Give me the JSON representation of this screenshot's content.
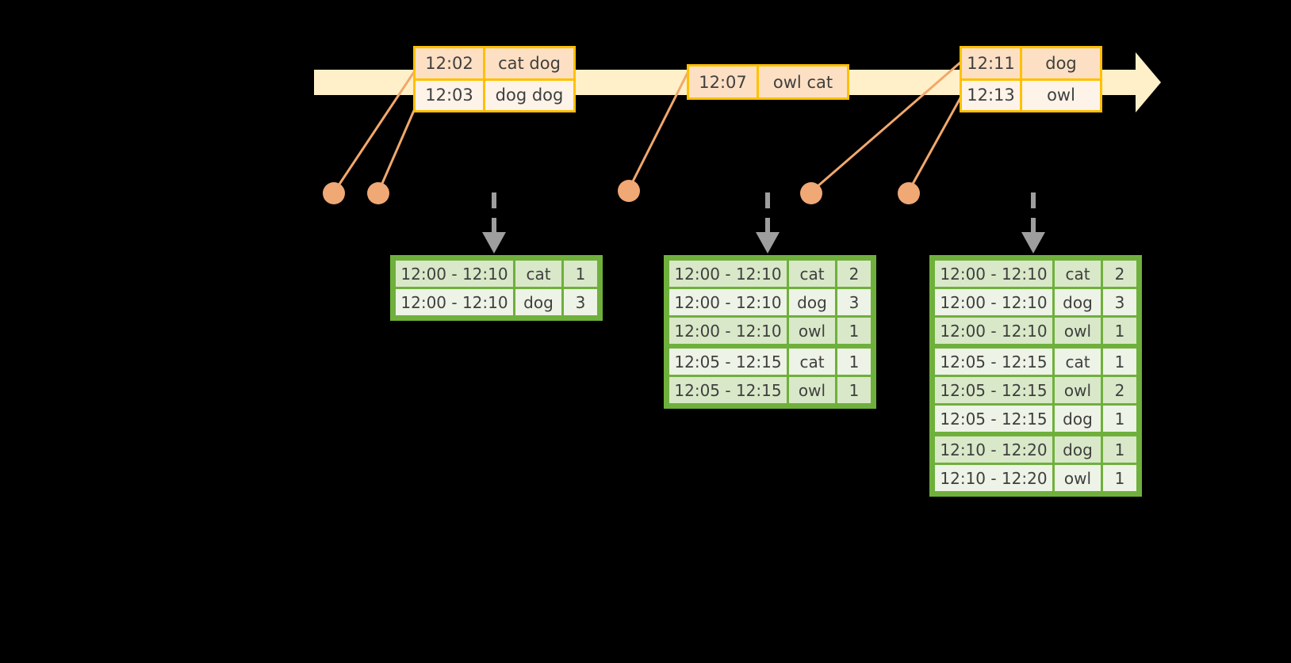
{
  "diagram": {
    "title": "",
    "colors": {
      "timeline_fill": "#FFF0C9",
      "timeline_border": "#FFC000",
      "event_box_border": "#FFC000",
      "event_row_shade": "#FDE0C4",
      "event_row_plain": "#FDF3E8",
      "connector_line": "#F2A86B",
      "connector_dot": "#F0A875",
      "table_border": "#6FB03C",
      "table_row_shade": "#D9E8C8",
      "table_row_plain": "#EDF3E6",
      "dashed_arrow": "#9E9E9E",
      "background": "#000000"
    },
    "timeline": {
      "name": "event-stream-timeline",
      "arrow_direction": "right"
    },
    "events": [
      {
        "id": "event-box-1",
        "rows": [
          {
            "time": "12:02",
            "payload": "cat dog",
            "shade": true
          },
          {
            "time": "12:03",
            "payload": "dog dog",
            "shade": false
          }
        ]
      },
      {
        "id": "event-box-2",
        "rows": [
          {
            "time": "12:07",
            "payload": "owl cat",
            "shade": true
          }
        ]
      },
      {
        "id": "event-box-3",
        "rows": [
          {
            "time": "12:11",
            "payload": "dog",
            "shade": true
          },
          {
            "time": "12:13",
            "payload": "owl",
            "shade": false
          }
        ]
      }
    ],
    "dots": [
      {
        "id": "connector-dot-1"
      },
      {
        "id": "connector-dot-2"
      },
      {
        "id": "connector-dot-3"
      },
      {
        "id": "connector-dot-4"
      },
      {
        "id": "connector-dot-5"
      }
    ],
    "tables": [
      {
        "id": "window-result-table-1",
        "rows": [
          {
            "range": "12:00 - 12:10",
            "key": "cat",
            "count": "1",
            "shade": true,
            "group_end": false
          },
          {
            "range": "12:00 - 12:10",
            "key": "dog",
            "count": "3",
            "shade": false,
            "group_end": false
          }
        ]
      },
      {
        "id": "window-result-table-2",
        "rows": [
          {
            "range": "12:00 - 12:10",
            "key": "cat",
            "count": "2",
            "shade": true,
            "group_end": false
          },
          {
            "range": "12:00 - 12:10",
            "key": "dog",
            "count": "3",
            "shade": false,
            "group_end": false
          },
          {
            "range": "12:00 - 12:10",
            "key": "owl",
            "count": "1",
            "shade": true,
            "group_end": true
          },
          {
            "range": "12:05 - 12:15",
            "key": "cat",
            "count": "1",
            "shade": false,
            "group_end": false
          },
          {
            "range": "12:05 - 12:15",
            "key": "owl",
            "count": "1",
            "shade": true,
            "group_end": false
          }
        ]
      },
      {
        "id": "window-result-table-3",
        "rows": [
          {
            "range": "12:00 - 12:10",
            "key": "cat",
            "count": "2",
            "shade": true,
            "group_end": false
          },
          {
            "range": "12:00 - 12:10",
            "key": "dog",
            "count": "3",
            "shade": false,
            "group_end": false
          },
          {
            "range": "12:00 - 12:10",
            "key": "owl",
            "count": "1",
            "shade": true,
            "group_end": true
          },
          {
            "range": "12:05 - 12:15",
            "key": "cat",
            "count": "1",
            "shade": false,
            "group_end": false
          },
          {
            "range": "12:05 - 12:15",
            "key": "owl",
            "count": "2",
            "shade": true,
            "group_end": false
          },
          {
            "range": "12:05 - 12:15",
            "key": "dog",
            "count": "1",
            "shade": false,
            "group_end": true
          },
          {
            "range": "12:10 - 12:20",
            "key": "dog",
            "count": "1",
            "shade": true,
            "group_end": false
          },
          {
            "range": "12:10 - 12:20",
            "key": "owl",
            "count": "1",
            "shade": false,
            "group_end": false
          }
        ]
      }
    ]
  }
}
